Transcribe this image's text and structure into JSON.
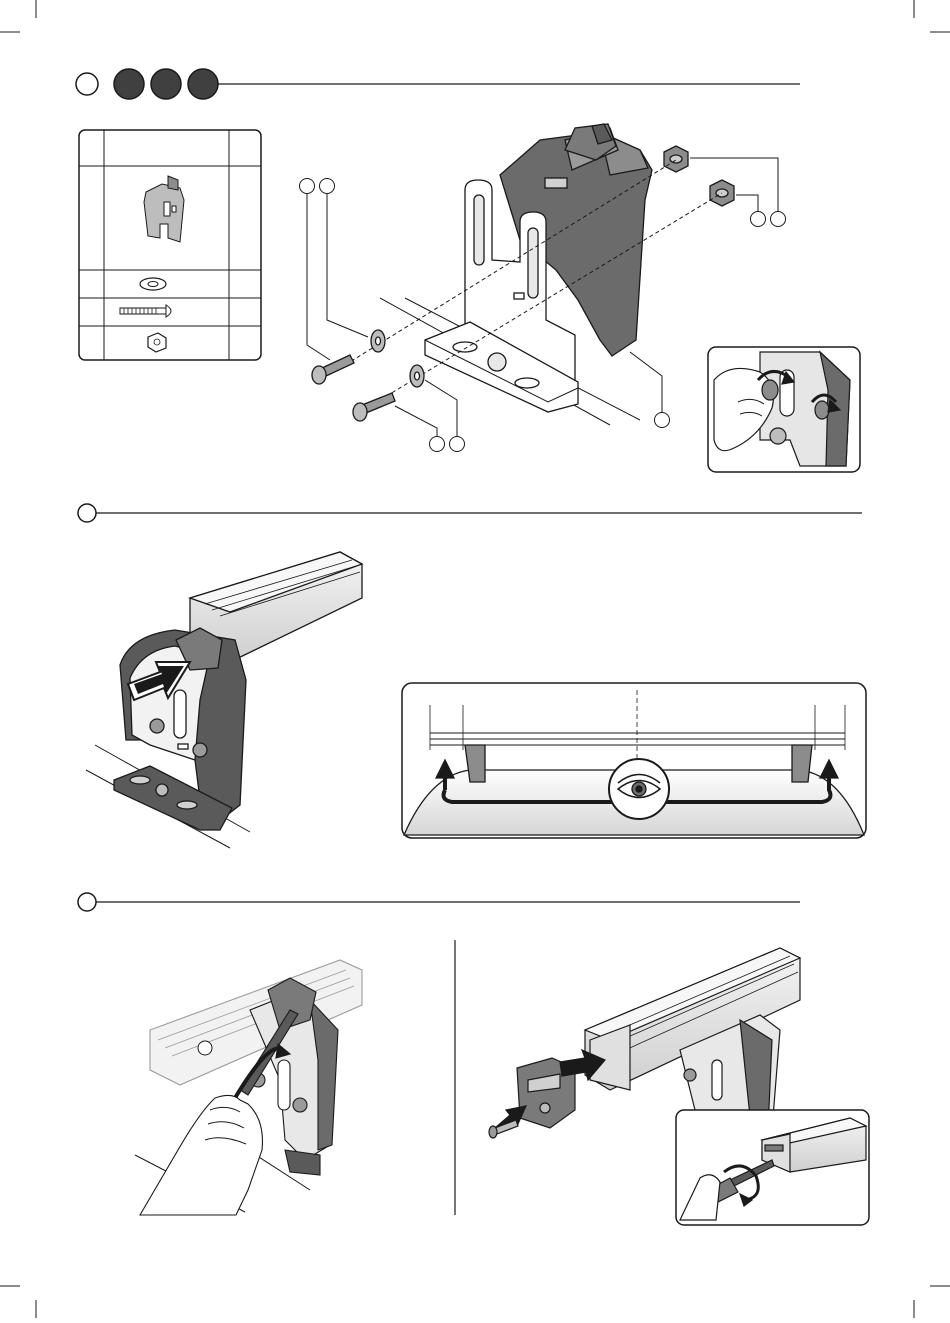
{
  "document": {
    "type": "assembly-instructions",
    "colors": {
      "ink": "#1a1a1a",
      "bracket_dark": "#5a5a5a",
      "bracket_mid": "#8c8c8c",
      "light_gray": "#d9d9d9",
      "step_badge_fill": "#404040"
    },
    "parts_table": {
      "rows": [
        {
          "part_icon": "foot-bracket-icon",
          "qty": ""
        },
        {
          "part_icon": "washer-icon",
          "qty": ""
        },
        {
          "part_icon": "bolt-icon",
          "qty": ""
        },
        {
          "part_icon": "nut-icon",
          "qty": ""
        }
      ]
    },
    "sections": [
      {
        "icons": [
          "step-circle-empty",
          "step-circle-filled",
          "step-circle-filled",
          "step-circle-filled"
        ],
        "illustrations": [
          "exploded-foot-assembly",
          "hand-tighten-nuts-inset"
        ]
      },
      {
        "icons": [
          "step-circle-empty"
        ],
        "illustrations": [
          "slide-bar-into-foot",
          "eye-check-bar-alignment"
        ]
      },
      {
        "icons": [
          "step-circle-empty"
        ],
        "illustrations": [
          "screwdriver-tighten-foot",
          "end-cap-insert",
          "end-cap-screw-inset"
        ]
      }
    ]
  }
}
